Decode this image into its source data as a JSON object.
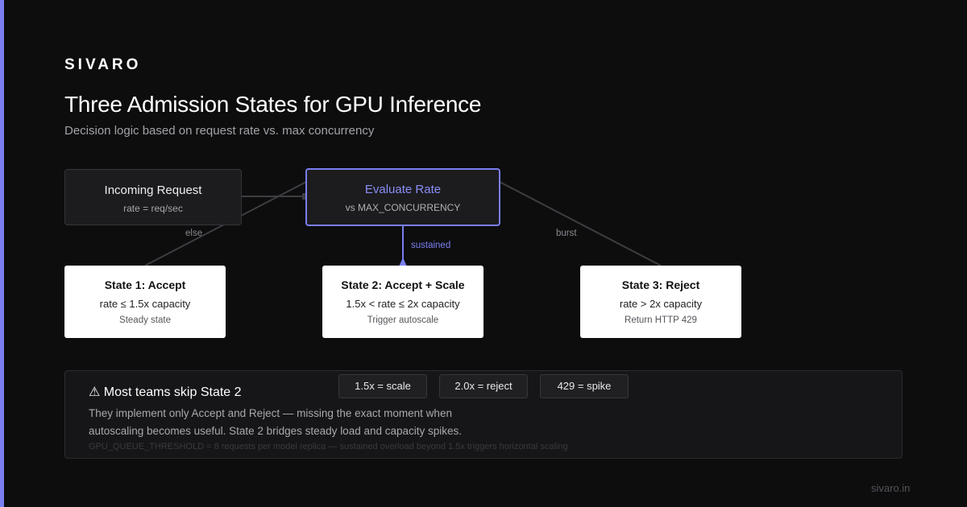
{
  "brand": "SIVARO",
  "title": "Three Admission States for GPU Inference",
  "subtitle": "Decision logic based on request rate vs. max concurrency",
  "colors": {
    "background": "#0d0d0e",
    "accent": "#7b7ff0",
    "edge": "#3d3d42",
    "edge_label": "#8a8a90"
  },
  "nodes": {
    "incoming": {
      "title": "Incoming Request",
      "sub": "rate = req/sec"
    },
    "evaluate": {
      "title": "Evaluate Rate",
      "sub": "vs MAX_CONCURRENCY"
    }
  },
  "edges": {
    "else": "else",
    "sustained": "sustained",
    "burst": "burst"
  },
  "states": [
    {
      "title": "State 1: Accept",
      "rule": "rate ≤ 1.5x capacity",
      "note": "Steady state"
    },
    {
      "title": "State 2: Accept + Scale",
      "rule": "1.5x < rate ≤ 2x capacity",
      "note": "Trigger autoscale"
    },
    {
      "title": "State 3: Reject",
      "rule": "rate > 2x capacity",
      "note": "Return HTTP 429"
    }
  ],
  "callout": {
    "title": "⚠ Most teams skip State 2",
    "body": "They implement only Accept and Reject — missing the exact moment when autoscaling becomes useful. State 2 bridges steady load and capacity spikes.",
    "footnote": "GPU_QUEUE_THRESHOLD = 8 requests per model replica — sustained overload beyond 1.5x triggers horizontal scaling",
    "pills": [
      "1.5x = scale",
      "2.0x = reject",
      "429 = spike"
    ]
  },
  "footer_url": "sivaro.in"
}
